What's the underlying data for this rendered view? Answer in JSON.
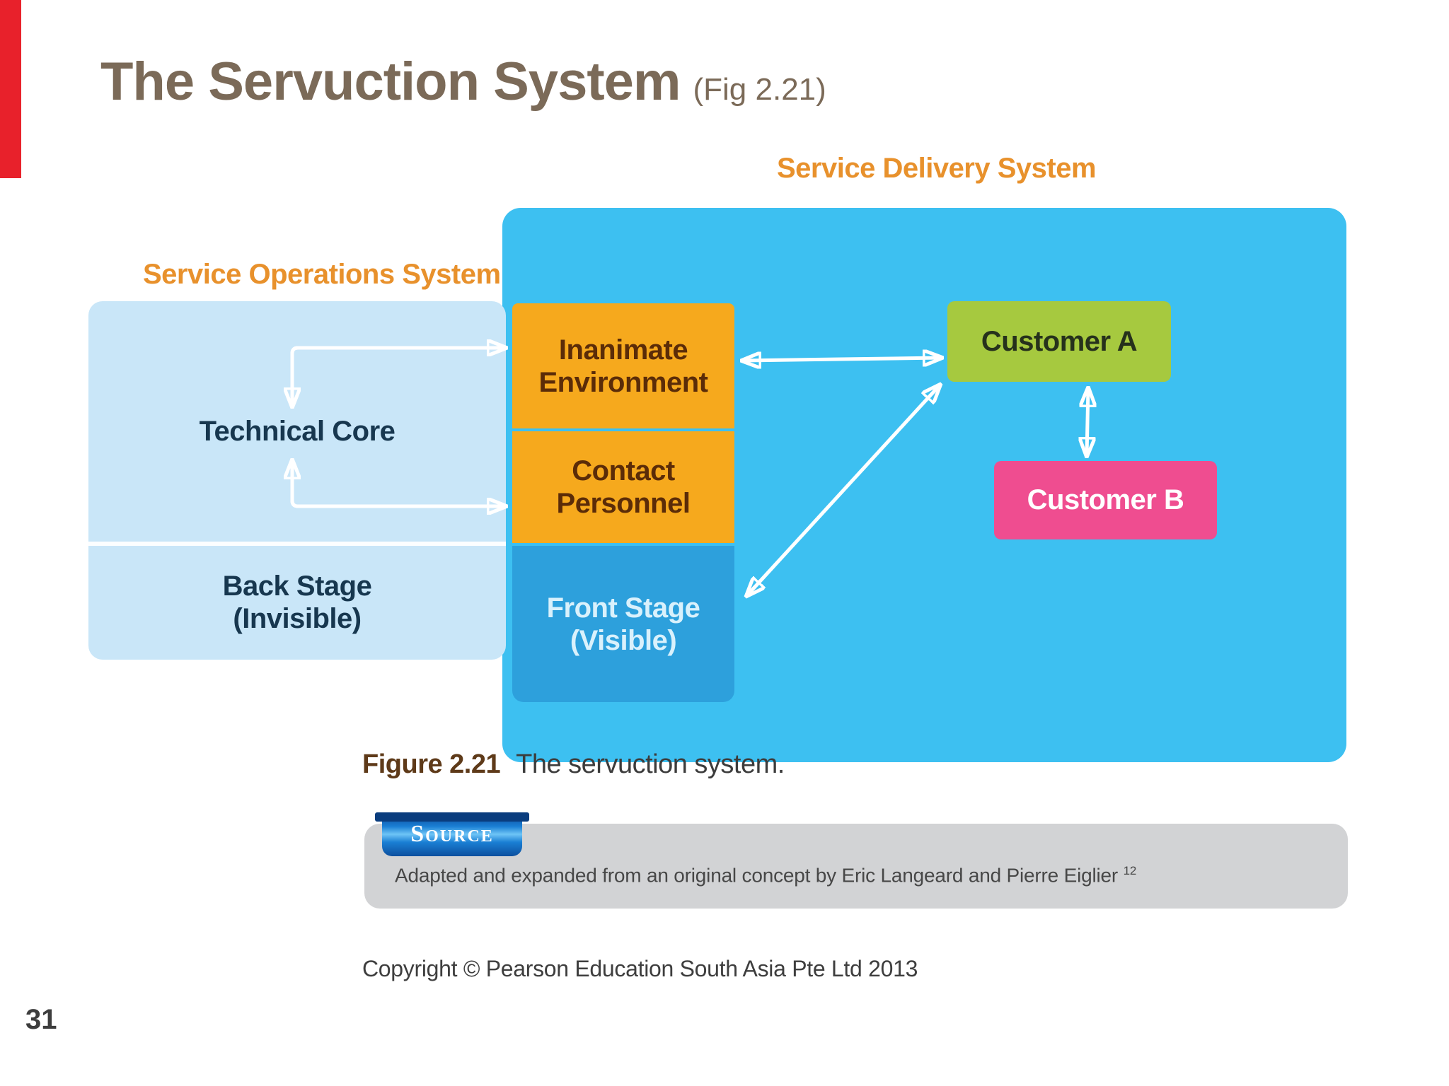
{
  "page": {
    "number": "31"
  },
  "title": {
    "text": "The Servuction System",
    "fig_ref": "(Fig 2.21)"
  },
  "labels": {
    "service_delivery": "Service Delivery System",
    "service_operations": "Service Operations System"
  },
  "diagram": {
    "boxes": {
      "technical_core": {
        "label": "Technical Core"
      },
      "back_stage": {
        "line1": "Back Stage",
        "line2": "(Invisible)"
      },
      "inanimate_environment": {
        "line1": "Inanimate",
        "line2": "Environment"
      },
      "contact_personnel": {
        "line1": "Contact",
        "line2": "Personnel"
      },
      "front_stage": {
        "line1": "Front Stage",
        "line2": "(Visible)"
      },
      "customer_a": {
        "label": "Customer A"
      },
      "customer_b": {
        "label": "Customer B"
      }
    },
    "colors": {
      "delivery_system_fill": "#3dc0f1",
      "operations_system_fill": "#c9e6f8",
      "inanimate_contact_fill": "#f6a91d",
      "front_stage_fill": "#2da0dc",
      "customer_a_fill": "#a6c93f",
      "customer_b_fill": "#ef4d90",
      "section_label_color": "#e8912c",
      "title_color": "#7b6a58",
      "edge_strip_color": "#e8212b",
      "arrow_color": "#ffffff"
    }
  },
  "caption": {
    "bold": "Figure 2.21",
    "text": "The servuction system."
  },
  "source_panel": {
    "tab": "Source",
    "text": "Adapted and expanded from an original concept by Eric Langeard and Pierre Eiglier",
    "superscript": "12"
  },
  "copyright": "Copyright © Pearson Education South Asia Pte Ltd 2013"
}
